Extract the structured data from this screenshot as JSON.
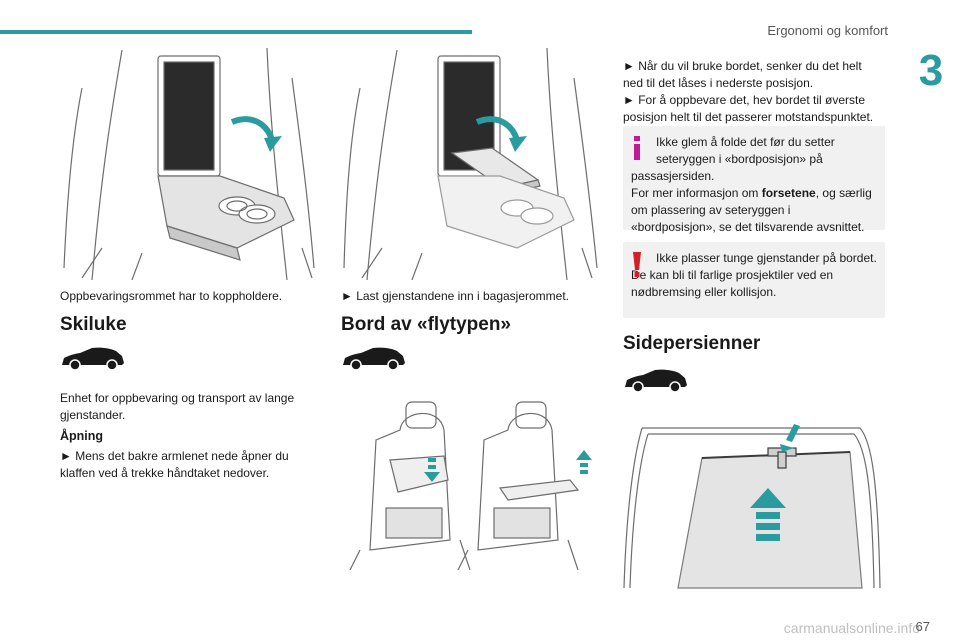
{
  "header": {
    "title": "Ergonomi og komfort",
    "chapter": "3"
  },
  "col1": {
    "caption": "Oppbevaringsrommet har to koppholdere.",
    "heading": "Skiluke",
    "intro": "Enhet for oppbevaring og transport av lange gjenstander.",
    "subheading": "Åpning",
    "bullet": "► Mens det bakre armlenet nede åpner du klaffen ved å trekke håndtaket nedover."
  },
  "col2": {
    "bullet": "► Last gjenstandene inn i bagasjerommet.",
    "heading": "Bord av «flytypen»"
  },
  "col3": {
    "bullet1": "► Når du vil bruke bordet, senker du det helt ned til det låses i nederste posisjon.",
    "bullet2": "► For å oppbevare det, hev bordet til øverste posisjon helt til det passerer motstandspunktet.",
    "info": {
      "line1": "Ikke glem å folde det før du setter seteryggen i «bordposisjon» på",
      "line2": "passasjersiden.",
      "line3a": "For mer informasjon om ",
      "line3b": "forsetene",
      "line3c": ", og særlig om plassering av seteryggen i «bordposisjon», se det tilsvarende avsnittet."
    },
    "warning": {
      "line1": "Ikke plasser tunge gjenstander på bordet.",
      "line2": "De kan bli til farlige prosjektiler ved en nødbremsing eller kollisjon."
    },
    "heading": "Sidepersienner"
  },
  "footer": {
    "page": "67",
    "watermark": "carmanualsonline.info"
  },
  "colors": {
    "accent": "#2a9ca0",
    "warning": "#d4202a",
    "info": "#c0199a",
    "box": "#f1f1f1"
  }
}
